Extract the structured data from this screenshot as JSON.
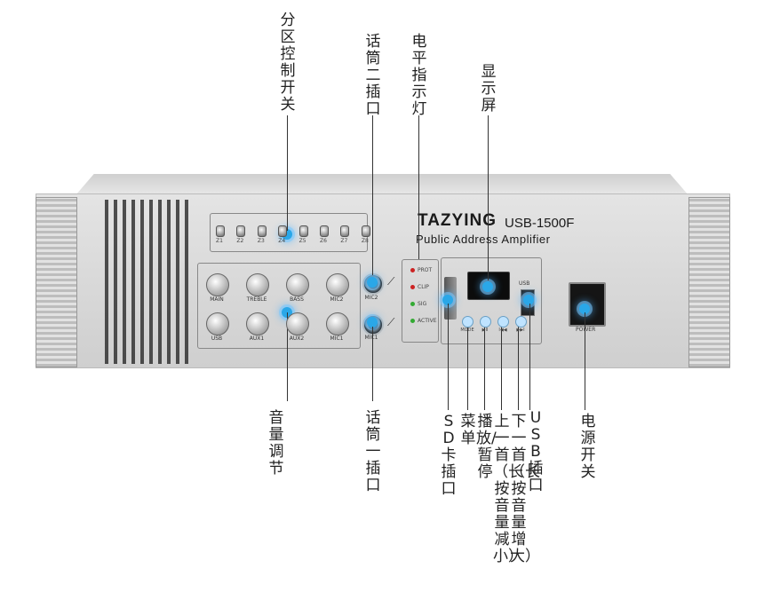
{
  "device": {
    "brand": "TAZYING",
    "model": "USB-1500F",
    "subtitle": "Public Address Amplifier",
    "zones": [
      "Z1",
      "Z2",
      "Z3",
      "Z4",
      "Z5",
      "Z6",
      "Z7",
      "Z8"
    ],
    "knobs": [
      "MAIN",
      "TREBLE",
      "BASS",
      "MIC2",
      "USB",
      "AUX1",
      "AUX2",
      "MIC1"
    ],
    "mic_jacks": [
      "MIC2",
      "MIC1"
    ],
    "leds": [
      {
        "label": "PROT",
        "color": "#cc2222"
      },
      {
        "label": "CLIP",
        "color": "#cc2222"
      },
      {
        "label": "SIG",
        "color": "#33aa33"
      },
      {
        "label": "ACTIVE",
        "color": "#33aa33"
      }
    ],
    "buttons": [
      "MODE",
      "▶II",
      "I◀◀",
      "▶▶I"
    ],
    "power_label": "POWER",
    "usb_port_label": "USB"
  },
  "callouts": {
    "zone_switch": "分区控制开关",
    "mic2_jack": "话筒二插口",
    "level_led": "电平指示灯",
    "display": "显示屏",
    "volume_adjust": "音量调节",
    "mic1_jack": "话筒一插口",
    "sd_slot": "SD卡插口",
    "menu": "菜单",
    "play_pause": "播放/暂停",
    "prev_track": "上一首（长按音量减小）",
    "next_track": "下一首（长按音量增大）",
    "usb_slot": "USB插口",
    "power_switch": "电源开关"
  },
  "colors": {
    "highlight": "#2aa7e8"
  }
}
